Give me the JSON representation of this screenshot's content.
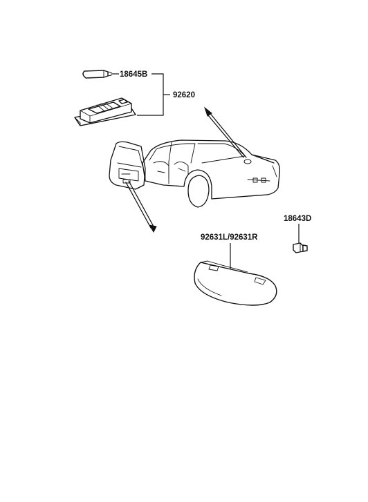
{
  "parts": {
    "bulb_top": "18645B",
    "room_lamp": "92620",
    "door_lamp": "92631L/92631R",
    "bulb_small": "18643D"
  },
  "colors": {
    "line": "#111111",
    "background": "#ffffff"
  }
}
